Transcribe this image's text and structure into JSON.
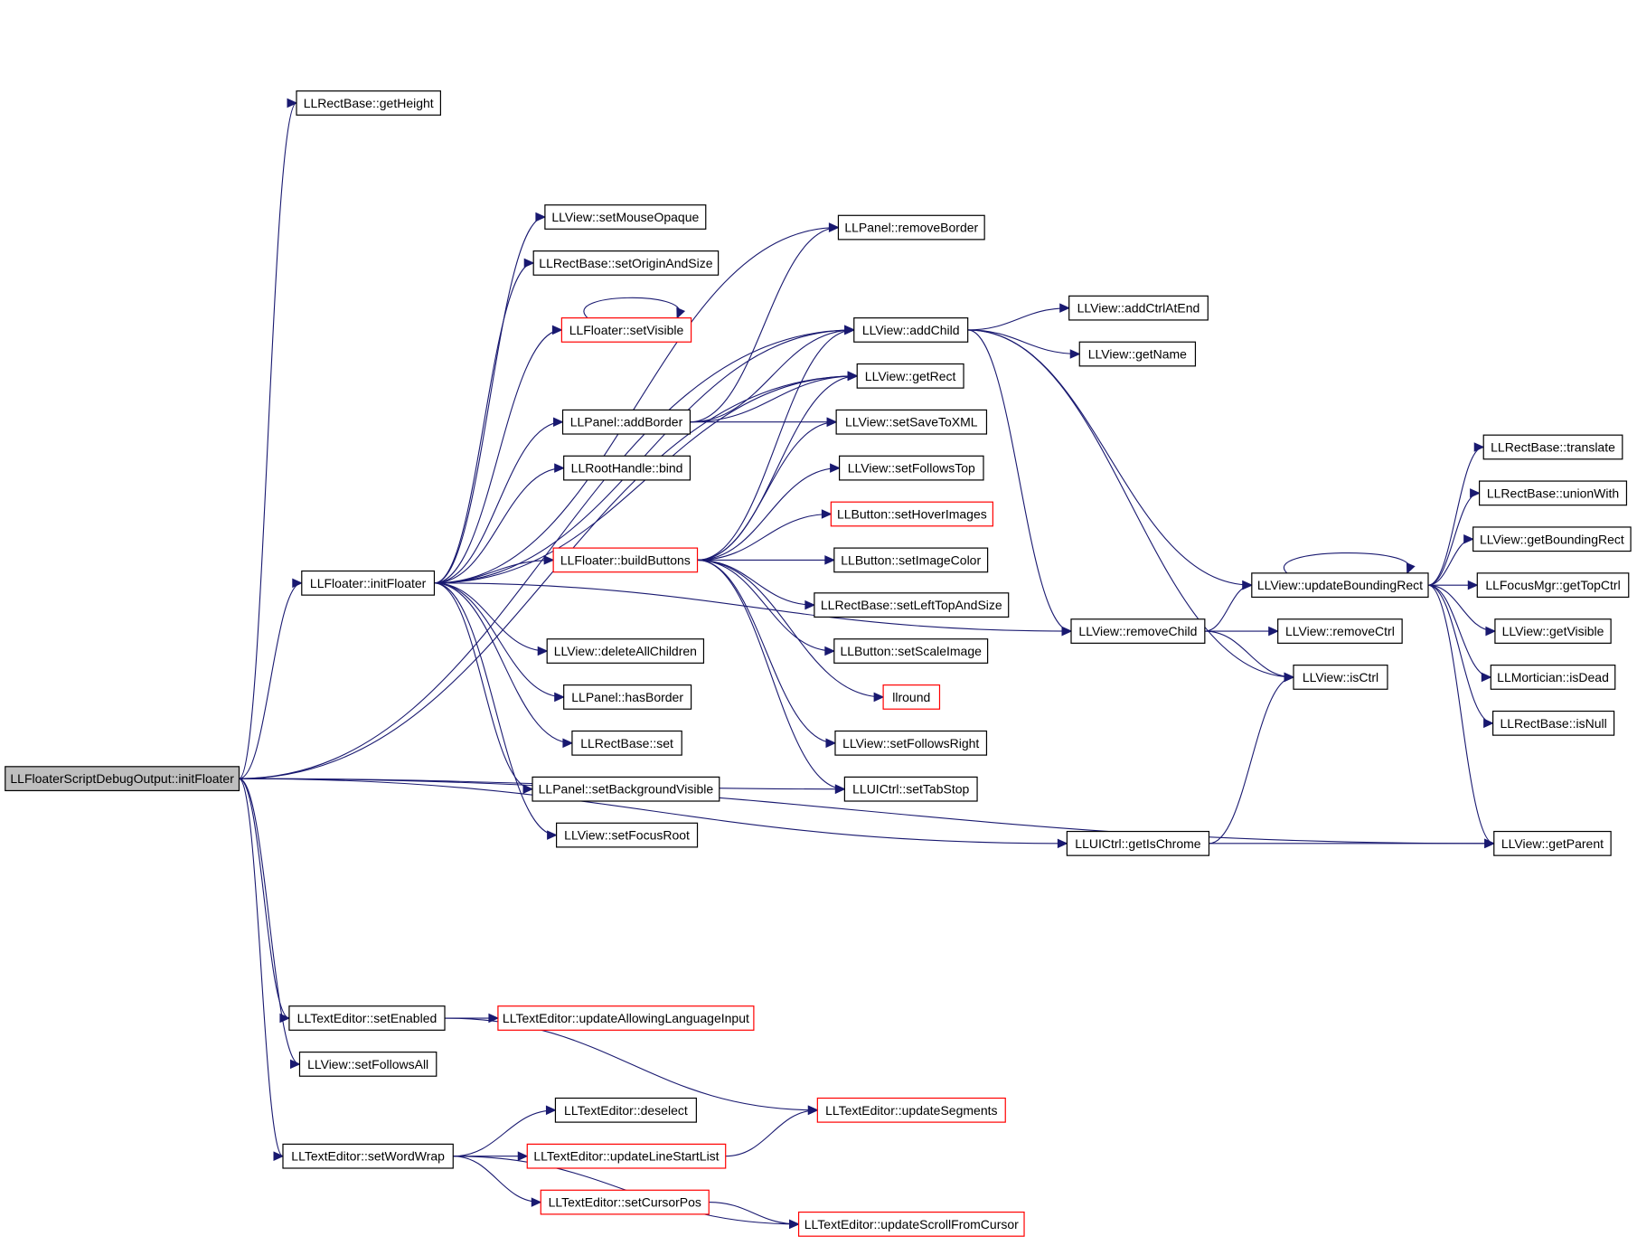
{
  "nodes": [
    {
      "id": "root",
      "label": "LLFloaterScriptDebugOutput::initFloater",
      "style": "root"
    },
    {
      "id": "getHeight",
      "label": "LLRectBase::getHeight",
      "style": "normal"
    },
    {
      "id": "initFloater",
      "label": "LLFloater::initFloater",
      "style": "normal"
    },
    {
      "id": "setMouseOpaque",
      "label": "LLView::setMouseOpaque",
      "style": "normal"
    },
    {
      "id": "setOriginAndSize",
      "label": "LLRectBase::setOriginAndSize",
      "style": "normal"
    },
    {
      "id": "setVisible",
      "label": "LLFloater::setVisible",
      "style": "red"
    },
    {
      "id": "addBorder",
      "label": "LLPanel::addBorder",
      "style": "normal"
    },
    {
      "id": "bind",
      "label": "LLRootHandle::bind",
      "style": "normal"
    },
    {
      "id": "buildButtons",
      "label": "LLFloater::buildButtons",
      "style": "red"
    },
    {
      "id": "deleteAllChildren",
      "label": "LLView::deleteAllChildren",
      "style": "normal"
    },
    {
      "id": "hasBorder",
      "label": "LLPanel::hasBorder",
      "style": "normal"
    },
    {
      "id": "rectSet",
      "label": "LLRectBase::set",
      "style": "normal"
    },
    {
      "id": "setBackgroundVisible",
      "label": "LLPanel::setBackgroundVisible",
      "style": "normal"
    },
    {
      "id": "setFocusRoot",
      "label": "LLView::setFocusRoot",
      "style": "normal"
    },
    {
      "id": "removeBorder",
      "label": "LLPanel::removeBorder",
      "style": "normal"
    },
    {
      "id": "addChild",
      "label": "LLView::addChild",
      "style": "normal"
    },
    {
      "id": "getRect",
      "label": "LLView::getRect",
      "style": "normal"
    },
    {
      "id": "setSaveToXML",
      "label": "LLView::setSaveToXML",
      "style": "normal"
    },
    {
      "id": "setFollowsTop",
      "label": "LLView::setFollowsTop",
      "style": "normal"
    },
    {
      "id": "setHoverImages",
      "label": "LLButton::setHoverImages",
      "style": "red"
    },
    {
      "id": "setImageColor",
      "label": "LLButton::setImageColor",
      "style": "normal"
    },
    {
      "id": "setLeftTopAndSize",
      "label": "LLRectBase::setLeftTopAndSize",
      "style": "normal"
    },
    {
      "id": "setScaleImage",
      "label": "LLButton::setScaleImage",
      "style": "normal"
    },
    {
      "id": "llround",
      "label": "llround",
      "style": "red"
    },
    {
      "id": "setFollowsRight",
      "label": "LLView::setFollowsRight",
      "style": "normal"
    },
    {
      "id": "setTabStop",
      "label": "LLUICtrl::setTabStop",
      "style": "normal"
    },
    {
      "id": "addCtrlAtEnd",
      "label": "LLView::addCtrlAtEnd",
      "style": "normal"
    },
    {
      "id": "getName",
      "label": "LLView::getName",
      "style": "normal"
    },
    {
      "id": "removeChild",
      "label": "LLView::removeChild",
      "style": "normal"
    },
    {
      "id": "removeCtrl",
      "label": "LLView::removeCtrl",
      "style": "normal"
    },
    {
      "id": "isCtrl",
      "label": "LLView::isCtrl",
      "style": "normal"
    },
    {
      "id": "getIsChrome",
      "label": "LLUICtrl::getIsChrome",
      "style": "normal"
    },
    {
      "id": "updateBoundingRect",
      "label": "LLView::updateBoundingRect",
      "style": "normal"
    },
    {
      "id": "translate",
      "label": "LLRectBase::translate",
      "style": "normal"
    },
    {
      "id": "unionWith",
      "label": "LLRectBase::unionWith",
      "style": "normal"
    },
    {
      "id": "getBoundingRect",
      "label": "LLView::getBoundingRect",
      "style": "normal"
    },
    {
      "id": "getTopCtrl",
      "label": "LLFocusMgr::getTopCtrl",
      "style": "normal"
    },
    {
      "id": "getVisible",
      "label": "LLView::getVisible",
      "style": "normal"
    },
    {
      "id": "isDead",
      "label": "LLMortician::isDead",
      "style": "normal"
    },
    {
      "id": "isNull",
      "label": "LLRectBase::isNull",
      "style": "normal"
    },
    {
      "id": "getParent",
      "label": "LLView::getParent",
      "style": "normal"
    },
    {
      "id": "setEnabled",
      "label": "LLTextEditor::setEnabled",
      "style": "normal"
    },
    {
      "id": "updateAllowingLanguageInput",
      "label": "LLTextEditor::updateAllowingLanguageInput",
      "style": "red"
    },
    {
      "id": "setFollowsAll",
      "label": "LLView::setFollowsAll",
      "style": "normal"
    },
    {
      "id": "setWordWrap",
      "label": "LLTextEditor::setWordWrap",
      "style": "normal"
    },
    {
      "id": "deselect",
      "label": "LLTextEditor::deselect",
      "style": "normal"
    },
    {
      "id": "updateSegments",
      "label": "LLTextEditor::updateSegments",
      "style": "red"
    },
    {
      "id": "updateLineStartList",
      "label": "LLTextEditor::updateLineStartList",
      "style": "red"
    },
    {
      "id": "setCursorPos",
      "label": "LLTextEditor::setCursorPos",
      "style": "red"
    },
    {
      "id": "updateScrollFromCursor",
      "label": "LLTextEditor::updateScrollFromCursor",
      "style": "red"
    }
  ],
  "edges": [
    [
      "root",
      "getHeight"
    ],
    [
      "root",
      "initFloater"
    ],
    [
      "root",
      "addChild"
    ],
    [
      "root",
      "getRect"
    ],
    [
      "root",
      "setTabStop"
    ],
    [
      "root",
      "getIsChrome"
    ],
    [
      "root",
      "getParent"
    ],
    [
      "root",
      "setEnabled"
    ],
    [
      "root",
      "setFollowsAll"
    ],
    [
      "root",
      "setWordWrap"
    ],
    [
      "initFloater",
      "setMouseOpaque"
    ],
    [
      "initFloater",
      "setOriginAndSize"
    ],
    [
      "initFloater",
      "setVisible"
    ],
    [
      "initFloater",
      "addBorder"
    ],
    [
      "initFloater",
      "bind"
    ],
    [
      "initFloater",
      "buildButtons"
    ],
    [
      "initFloater",
      "deleteAllChildren"
    ],
    [
      "initFloater",
      "hasBorder"
    ],
    [
      "initFloater",
      "rectSet"
    ],
    [
      "initFloater",
      "setBackgroundVisible"
    ],
    [
      "initFloater",
      "setFocusRoot"
    ],
    [
      "initFloater",
      "removeBorder"
    ],
    [
      "initFloater",
      "addChild"
    ],
    [
      "initFloater",
      "getRect"
    ],
    [
      "initFloater",
      "removeChild"
    ],
    [
      "setVisible",
      "setVisible"
    ],
    [
      "addBorder",
      "removeBorder"
    ],
    [
      "addBorder",
      "addChild"
    ],
    [
      "addBorder",
      "getRect"
    ],
    [
      "addBorder",
      "setSaveToXML"
    ],
    [
      "buildButtons",
      "addChild"
    ],
    [
      "buildButtons",
      "getRect"
    ],
    [
      "buildButtons",
      "setSaveToXML"
    ],
    [
      "buildButtons",
      "setFollowsTop"
    ],
    [
      "buildButtons",
      "setHoverImages"
    ],
    [
      "buildButtons",
      "setImageColor"
    ],
    [
      "buildButtons",
      "setLeftTopAndSize"
    ],
    [
      "buildButtons",
      "setScaleImage"
    ],
    [
      "buildButtons",
      "llround"
    ],
    [
      "buildButtons",
      "setFollowsRight"
    ],
    [
      "buildButtons",
      "setTabStop"
    ],
    [
      "addChild",
      "addCtrlAtEnd"
    ],
    [
      "addChild",
      "getName"
    ],
    [
      "addChild",
      "removeChild"
    ],
    [
      "addChild",
      "isCtrl"
    ],
    [
      "addChild",
      "updateBoundingRect"
    ],
    [
      "removeChild",
      "removeCtrl"
    ],
    [
      "removeChild",
      "isCtrl"
    ],
    [
      "removeChild",
      "updateBoundingRect"
    ],
    [
      "getIsChrome",
      "isCtrl"
    ],
    [
      "getIsChrome",
      "getParent"
    ],
    [
      "updateBoundingRect",
      "updateBoundingRect"
    ],
    [
      "updateBoundingRect",
      "translate"
    ],
    [
      "updateBoundingRect",
      "unionWith"
    ],
    [
      "updateBoundingRect",
      "getBoundingRect"
    ],
    [
      "updateBoundingRect",
      "getTopCtrl"
    ],
    [
      "updateBoundingRect",
      "getVisible"
    ],
    [
      "updateBoundingRect",
      "isDead"
    ],
    [
      "updateBoundingRect",
      "isNull"
    ],
    [
      "updateBoundingRect",
      "getParent"
    ],
    [
      "setEnabled",
      "updateAllowingLanguageInput"
    ],
    [
      "setEnabled",
      "updateSegments"
    ],
    [
      "setWordWrap",
      "deselect"
    ],
    [
      "setWordWrap",
      "updateLineStartList"
    ],
    [
      "setWordWrap",
      "setCursorPos"
    ],
    [
      "setWordWrap",
      "updateScrollFromCursor"
    ],
    [
      "updateLineStartList",
      "updateSegments"
    ],
    [
      "setCursorPos",
      "updateScrollFromCursor"
    ]
  ]
}
